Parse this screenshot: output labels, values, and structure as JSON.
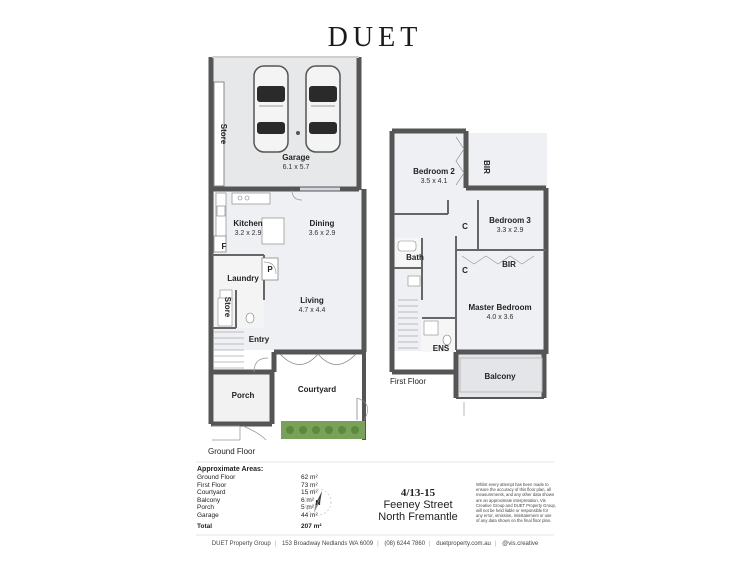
{
  "brand": "DUET",
  "rooms": {
    "garage": {
      "name": "Garage",
      "dim": "6.1 x 5.7"
    },
    "kitchen": {
      "name": "Kitchen",
      "dim": "3.2 x 2.9"
    },
    "dining": {
      "name": "Dining",
      "dim": "3.6 x 2.9"
    },
    "living": {
      "name": "Living",
      "dim": "4.7 x 4.4"
    },
    "laundry": {
      "name": "Laundry"
    },
    "store_garage": {
      "name": "Store"
    },
    "store_ground": {
      "name": "Store"
    },
    "entry": {
      "name": "Entry"
    },
    "porch": {
      "name": "Porch"
    },
    "courtyard": {
      "name": "Courtyard"
    },
    "fridge": {
      "name": "F"
    },
    "pantry": {
      "name": "P"
    },
    "bedroom2": {
      "name": "Bedroom 2",
      "dim": "3.5 x 4.1"
    },
    "bedroom3": {
      "name": "Bedroom 3",
      "dim": "3.3 x 2.9"
    },
    "master": {
      "name": "Master Bedroom",
      "dim": "4.0 x 3.6"
    },
    "bath": {
      "name": "Bath"
    },
    "ens": {
      "name": "ENS"
    },
    "bir_bed2": {
      "name": "BIR"
    },
    "bir_master": {
      "name": "BIR"
    },
    "c_bed2": {
      "name": "C"
    },
    "c_bed3": {
      "name": "C"
    },
    "balcony": {
      "name": "Balcony"
    }
  },
  "floors": {
    "ground": "Ground Floor",
    "first": "First Floor"
  },
  "areas": {
    "heading": "Approximate Areas:",
    "rows": [
      {
        "label": "Ground Floor",
        "value": "62 m²"
      },
      {
        "label": "First Floor",
        "value": "73 m²"
      },
      {
        "label": "Courtyard",
        "value": "15 m²"
      },
      {
        "label": "Balcony",
        "value": "6 m²"
      },
      {
        "label": "Porch",
        "value": "5 m²"
      },
      {
        "label": "Garage",
        "value": "44 m²"
      }
    ],
    "total_label": "Total",
    "total_value": "207 m²"
  },
  "address": {
    "number": "4/13-15",
    "street": "Feeney Street",
    "suburb": "North Fremantle"
  },
  "disclaimer": "Whilst every attempt has been made to ensure the accuracy of this floor plan, all measurements, and any other data shown are an approximate interpretation. Vis Creative Group and DUET Property Group, will not be held liable or responsible for any error, omission, misstatement or use of any data shown on the final floor plan.",
  "footer": {
    "company": "DUET Property Group",
    "address": "153 Broadway Nedlands WA 6009",
    "phone": "(08) 6244 7860",
    "web": "duetproperty.com.au",
    "credit": "@vis.creative"
  },
  "colors": {
    "wall": "#555555",
    "floor": "#eef0f3",
    "garage": "#e8e9eb",
    "green": "#7aa15a"
  }
}
